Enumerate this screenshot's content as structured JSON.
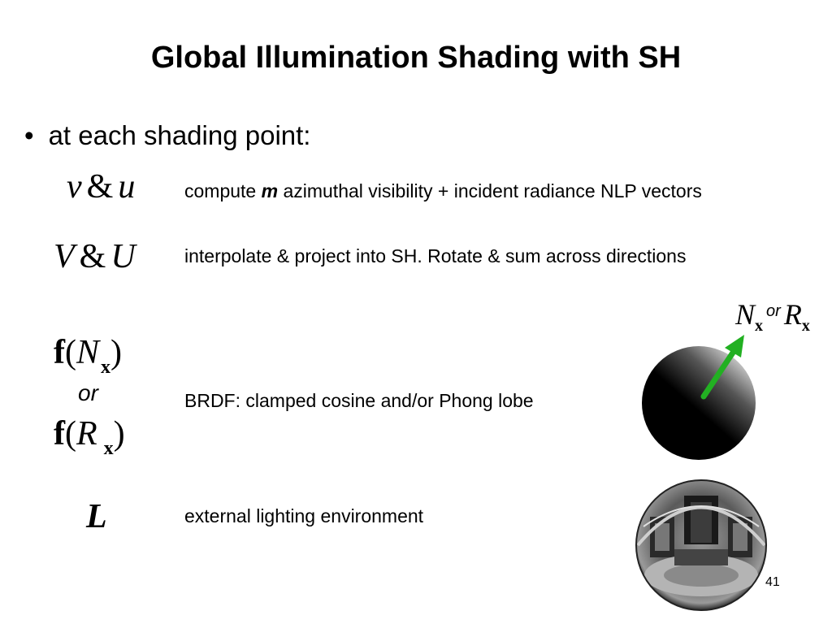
{
  "slide": {
    "title": "Global Illumination Shading with SH",
    "bullet": "at each shading point:",
    "bullet_marker": "•",
    "page_number": "41"
  },
  "rows": {
    "vu": {
      "sym_v": "v",
      "sym_amp": "&",
      "sym_u": "u",
      "desc_pre": "compute ",
      "desc_m": "m",
      "desc_post": " azimuthal visibility + incident radiance NLP vectors"
    },
    "VU": {
      "sym_V": "V",
      "sym_amp": "&",
      "sym_U": "U",
      "desc": "interpolate & project into SH. Rotate & sum across directions"
    },
    "brdf": {
      "f1": "f",
      "paren_open": "(",
      "N": "N",
      "sub_x": "x",
      "paren_close": ")",
      "or": "or",
      "f2": "f",
      "R": "R",
      "desc": "BRDF: clamped cosine and/or Phong lobe"
    },
    "L": {
      "sym": "L",
      "desc": "external lighting environment"
    }
  },
  "figure": {
    "label_N": "N",
    "label_sub1": "x",
    "label_or": "or",
    "label_R": "R",
    "label_sub2": "x",
    "arrow_color": "#22b022"
  }
}
